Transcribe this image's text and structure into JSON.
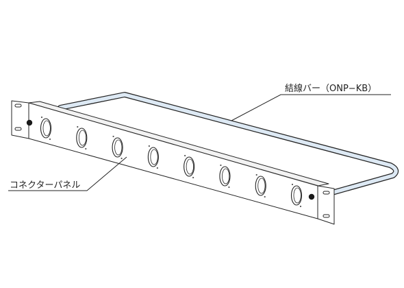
{
  "labels": {
    "bar": "結線バー（ONP−KB）",
    "panel": "コネクターパネル"
  },
  "parts": {
    "connector_count": 8,
    "mounting_screw_count": 2
  },
  "colors": {
    "bar_fill": "#dde9f4",
    "panel_face": "#ffffff",
    "panel_top": "#f2f2f2",
    "line": "#222222"
  }
}
